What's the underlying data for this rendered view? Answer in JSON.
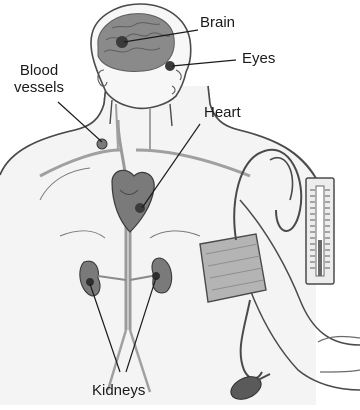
{
  "labels": {
    "brain": "Brain",
    "eyes": "Eyes",
    "blood_vessels_line1": "Blood",
    "blood_vessels_line2": "vessels",
    "heart": "Heart",
    "kidneys": "Kidneys"
  },
  "colors": {
    "outline": "#4a4a4a",
    "skin": "#f7f7f7",
    "brain": "#8a8a8a",
    "organ": "#7a7a7a",
    "organ_dark": "#3a3a3a",
    "leader": "#1a1a1a",
    "vessel": "#9a9a9a"
  },
  "icons": {
    "brain": "brain-icon",
    "eye": "eye-icon",
    "heart": "heart-icon",
    "kidney": "kidney-icon",
    "blood_pressure_cuff": "blood-pressure-cuff-icon",
    "gauge": "sphygmomanometer-gauge-icon",
    "bulb": "pump-bulb-icon"
  }
}
